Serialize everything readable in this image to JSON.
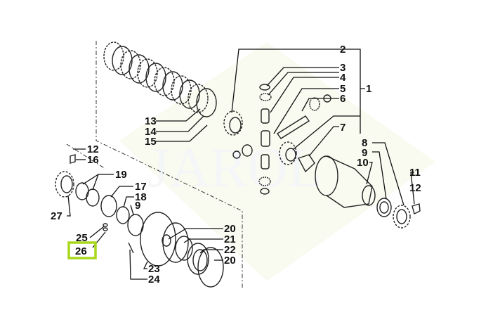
{
  "diagram": {
    "watermark": "JAROL",
    "highlight_color": "#a8d81c",
    "highlighted_label": "26",
    "labels": {
      "l1": "1",
      "l2": "2",
      "l3": "3",
      "l4": "4",
      "l5": "5",
      "l6": "6",
      "l7": "7",
      "l8": "8",
      "l9a": "9",
      "l10": "10",
      "l11": "11",
      "l12a": "12",
      "l12b": "12",
      "l16": "16",
      "l19": "19",
      "l17": "17",
      "l18": "18",
      "l9b": "9",
      "l27": "27",
      "l25": "25",
      "l26": "26",
      "l20a": "20",
      "l21": "21",
      "l22": "22",
      "l20b": "20",
      "l23": "23",
      "l24": "24",
      "l13": "13",
      "l14": "14",
      "l15": "15"
    }
  }
}
